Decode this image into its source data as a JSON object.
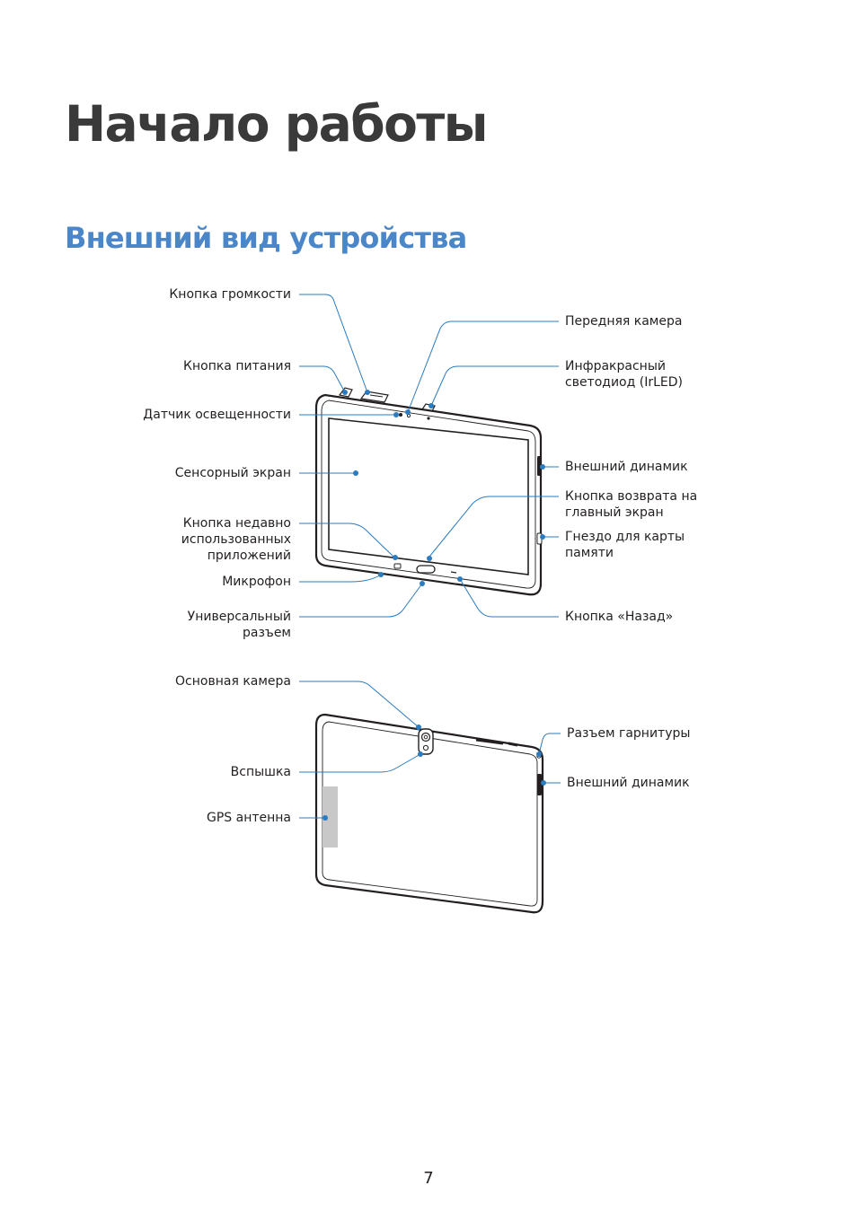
{
  "chapter_title": "Начало работы",
  "section_title": "Внешний вид устройства",
  "front_labels": {
    "volume_button": "Кнопка громкости",
    "power_button": "Кнопка питания",
    "light_sensor": "Датчик освещенности",
    "touchscreen": "Сенсорный экран",
    "recent_apps_button": "Кнопка недавно\nиспользованных\nприложений",
    "microphone": "Микрофон",
    "universal_connector": "Универсальный\nразъем",
    "front_camera": "Передняя камера",
    "irled": "Инфракрасный\nсветодиод (IrLED)",
    "speaker": "Внешний динамик",
    "home_button": "Кнопка возврата на\nглавный экран",
    "memory_card_slot": "Гнездо для карты\nпамяти",
    "back_button": "Кнопка «Назад»"
  },
  "back_labels": {
    "rear_camera": "Основная камера",
    "flash": "Вспышка",
    "gps_antenna": "GPS антенна",
    "headset_jack": "Разъем гарнитуры",
    "speaker": "Внешний динамик"
  },
  "colors": {
    "accent": "#4a86c8",
    "leader_line": "#2a7bc0",
    "device_outline": "#231f20",
    "gps_antenna_fill": "#c8c8c8"
  },
  "page_number": "7"
}
